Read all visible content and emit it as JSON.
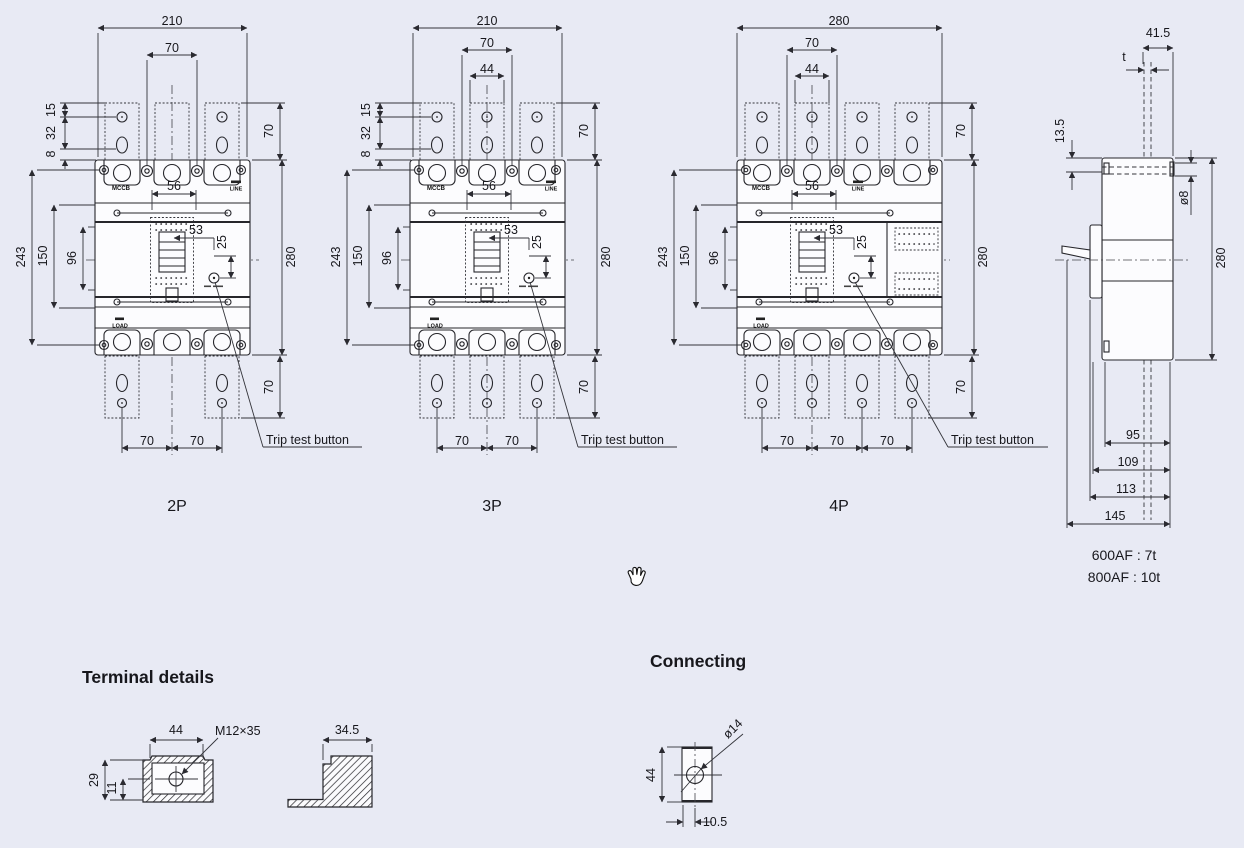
{
  "dims": {
    "d210": "210",
    "d280": "280",
    "d70": "70",
    "d44": "44",
    "d15": "15",
    "d32": "32",
    "d8": "8",
    "d243": "243",
    "d150": "150",
    "d96": "96",
    "d56": "56",
    "d53": "53",
    "d25": "25",
    "d41_5": "41.5",
    "t": "t",
    "d13_5": "13.5",
    "dia8": "ø8",
    "d95": "95",
    "d109": "109",
    "d113": "113",
    "d145": "145",
    "d29": "29",
    "d11": "11",
    "d34_5": "34.5",
    "m12": "M12×35",
    "dia14": "ø14",
    "d10_5": "10.5"
  },
  "labels": {
    "p2": "2P",
    "p3": "3P",
    "p4": "4P",
    "trip": "Trip test button",
    "mccb": "MCCB",
    "line": "LINE",
    "load": "LOAD",
    "terminal_heading": "Terminal details",
    "connecting_heading": "Connecting",
    "note_600": "600AF : 7t",
    "note_800": "800AF : 10t"
  }
}
